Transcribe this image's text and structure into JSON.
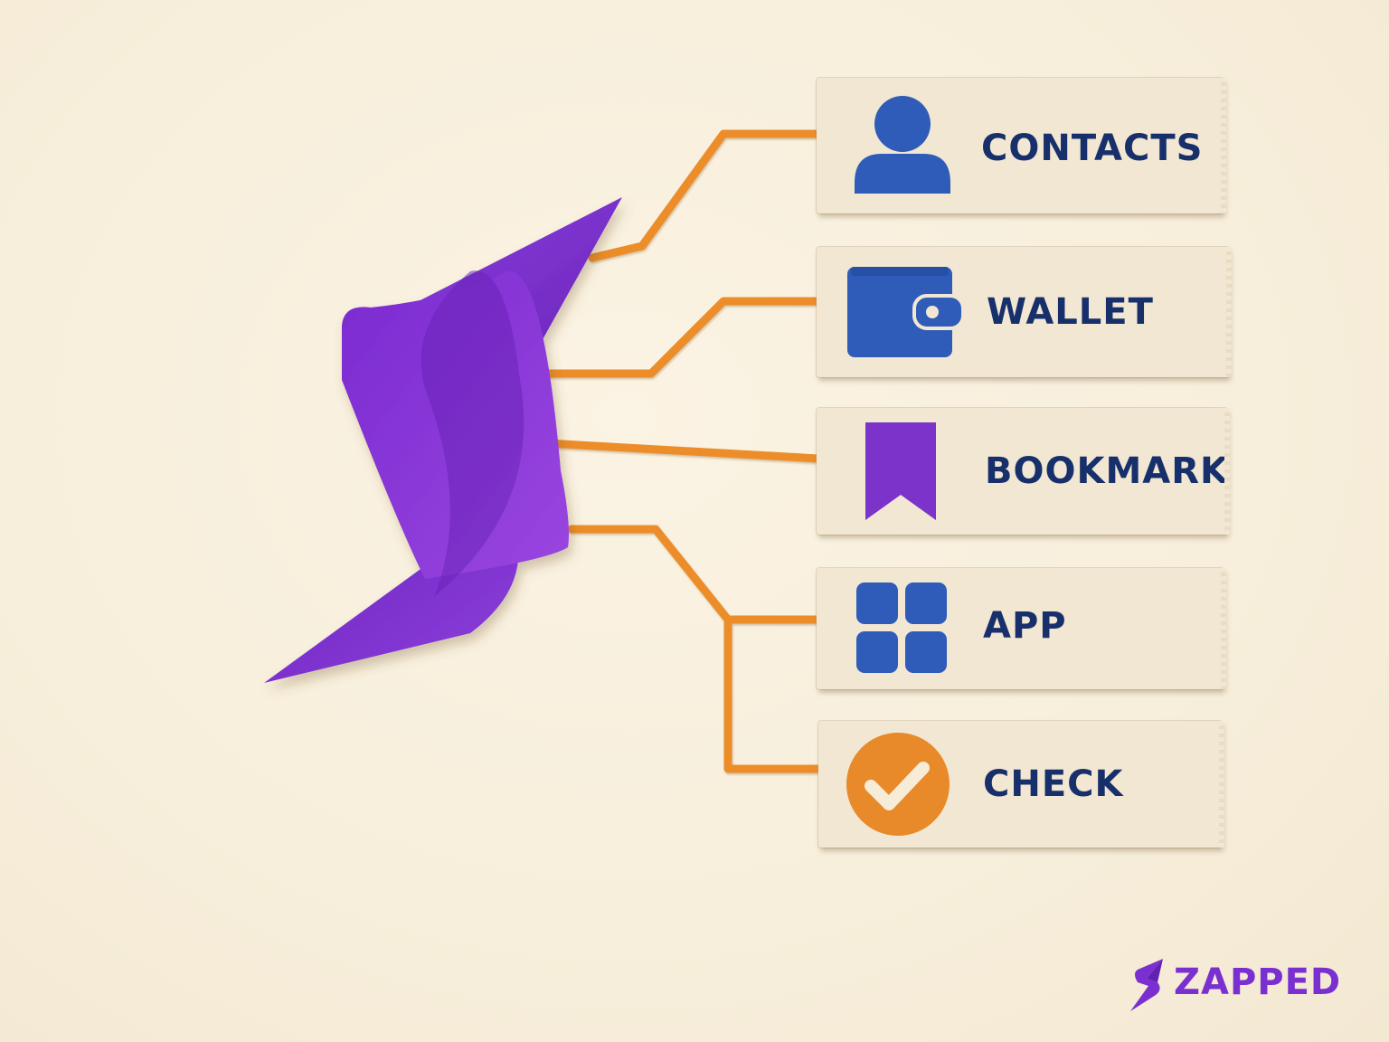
{
  "colors": {
    "background": "#f8f0de",
    "card": "#f2e7d2",
    "label_text": "#17306b",
    "icon_blue": "#2f5cb8",
    "icon_purple": "#7c33c9",
    "icon_orange": "#e8892a",
    "connector": "#ec8d2c",
    "brand_purple": "#7a2fd0"
  },
  "hub": {
    "icon": "lightning-bolt-icon"
  },
  "items": [
    {
      "label": "CONTACTS",
      "icon": "person-icon"
    },
    {
      "label": "WALLET",
      "icon": "wallet-icon"
    },
    {
      "label": "BOOKMARK",
      "icon": "bookmark-icon"
    },
    {
      "label": "APP",
      "icon": "app-grid-icon"
    },
    {
      "label": "CHECK",
      "icon": "check-circle-icon"
    }
  ],
  "brand": {
    "name": "ZAPPED",
    "icon": "lightning-bolt-icon"
  }
}
